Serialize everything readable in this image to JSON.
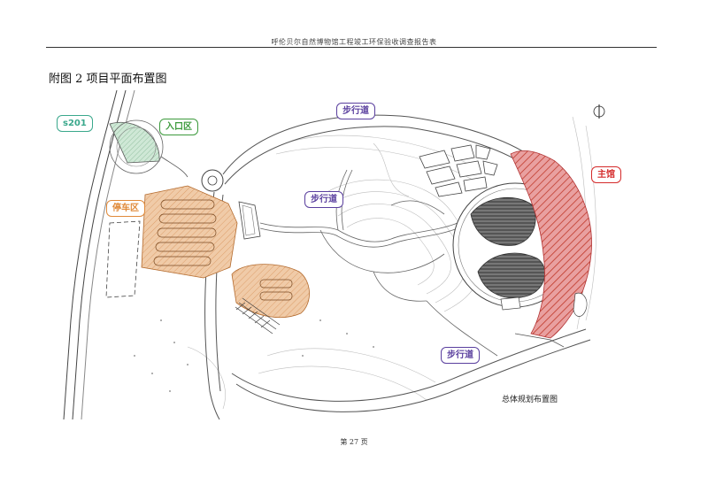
{
  "document": {
    "header": "呼伦贝尔自然博物馆工程竣工环保验收调查报告表",
    "caption": "附图 2 项目平面布置图",
    "footer": "第 27 页"
  },
  "plan": {
    "labels": {
      "road": "s201",
      "entrance": "入口区",
      "parking": "停车区",
      "walkway_top": "步行道",
      "walkway_mid": "步行道",
      "walkway_bottom": "步行道",
      "main_hall": "主馆",
      "plan_title": "总体规划布置图"
    },
    "colors": {
      "road_label": "#3aa88c",
      "entrance_label": "#3c9a3c",
      "parking_label": "#e08a3a",
      "walkway_label": "#5a3f9e",
      "main_hall_label": "#d42a2a",
      "parking_fill": "#e9b98a",
      "main_hall_fill": "#d96b6b",
      "entrance_fill": "#b9dcc5"
    }
  }
}
